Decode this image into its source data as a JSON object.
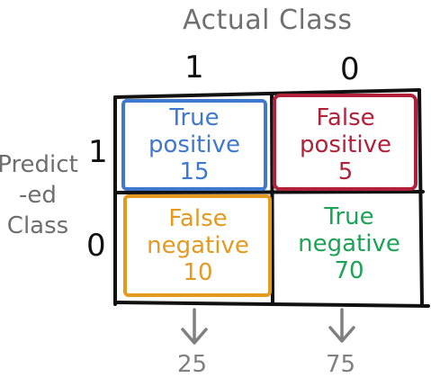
{
  "diagram": {
    "title": "Actual Class",
    "y_label_lines": [
      "Predict",
      "-ed",
      "Class"
    ],
    "column_headers": [
      "1",
      "0"
    ],
    "row_headers": [
      "1",
      "0"
    ],
    "cells": [
      {
        "line1": "True",
        "line2": "positive",
        "value": "15",
        "color": "#3f78cf"
      },
      {
        "line1": "False",
        "line2": "positive",
        "value": "5",
        "color": "#b3203a"
      },
      {
        "line1": "False",
        "line2": "negative",
        "value": "10",
        "color": "#e39a1f"
      },
      {
        "line1": "True",
        "line2": "negative",
        "value": "70",
        "color": "#1ca356"
      }
    ],
    "column_totals": [
      "25",
      "75"
    ]
  }
}
